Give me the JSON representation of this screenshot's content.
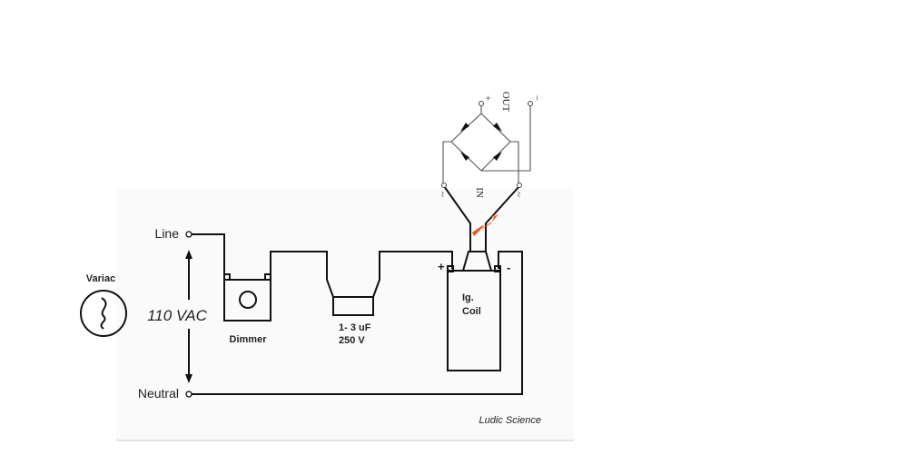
{
  "labels": {
    "line": "Line",
    "neutral": "Neutral",
    "variac": "Variac",
    "voltage": "110 VAC",
    "dimmer": "Dimmer",
    "capacitor_value": "1- 3 uF",
    "capacitor_voltage": "250 V",
    "coil_line1": "Ig.",
    "coil_line2": "Coil",
    "coil_plus": "+",
    "coil_minus": "-",
    "bridge_plus": "+",
    "bridge_minus": "−",
    "bridge_out": "OUT",
    "bridge_in": "IN",
    "ac_left": "~",
    "ac_right": "~",
    "credit": "Ludic Science"
  },
  "colors": {
    "spark": "#e8581c",
    "panel": "#fafafa"
  }
}
